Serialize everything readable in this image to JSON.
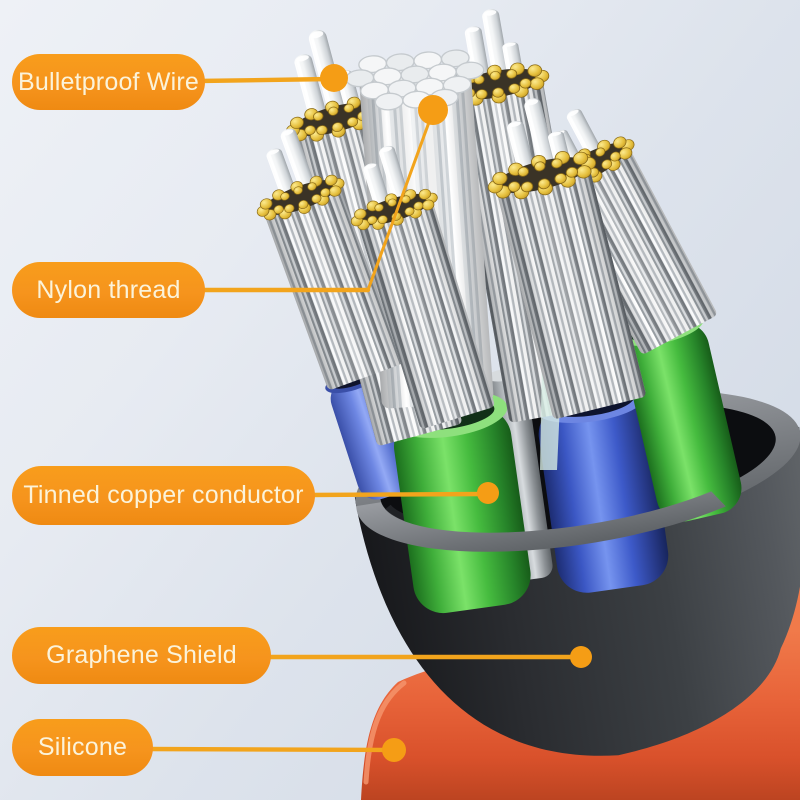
{
  "diagram": {
    "subject": "cable-cutaway-infographic",
    "labels": [
      {
        "id": "bulletproof-wire",
        "text": "Bulletproof Wire"
      },
      {
        "id": "nylon-thread",
        "text": "Nylon thread"
      },
      {
        "id": "tinned-copper-conductor",
        "text": "Tinned copper conductor"
      },
      {
        "id": "graphene-shield",
        "text": "Graphene Shield"
      },
      {
        "id": "silicone",
        "text": "Silicone"
      }
    ]
  },
  "colors": {
    "label_background": "#f6941d",
    "label_text": "#fbf3da",
    "leader_line": "#f2a41c",
    "callout_dot": "#f59d15",
    "silicone_orange": "#e8643a",
    "shield_gray": "#3c4044",
    "insulation_green": "#46bc3f",
    "insulation_blue": "#3b57c4",
    "copper_gold": "#e5bf3c",
    "wire_silver": "#e8ebee",
    "background": "#dde3ec"
  }
}
